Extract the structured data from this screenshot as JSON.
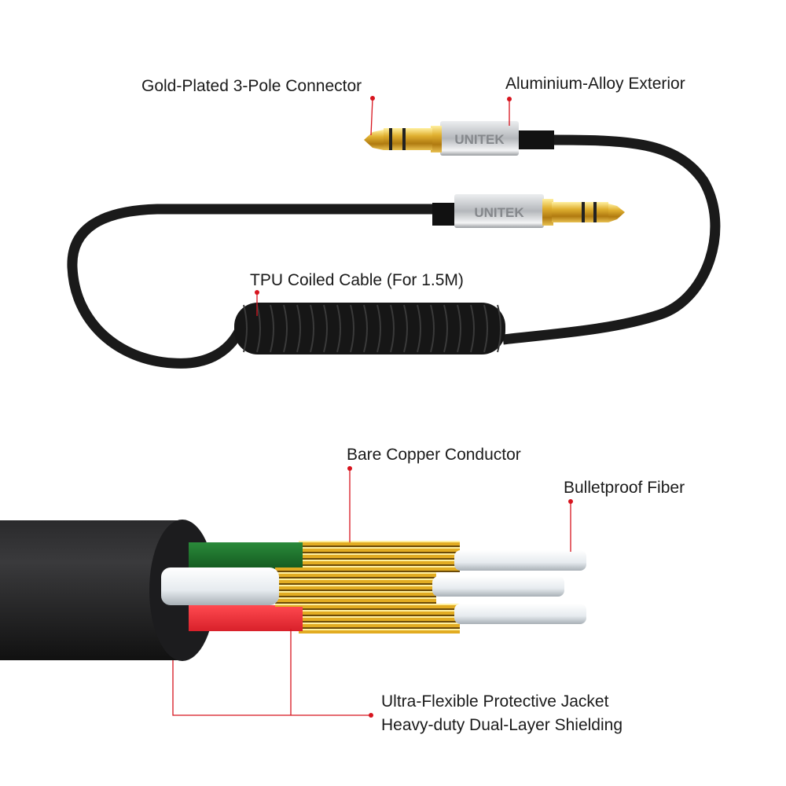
{
  "labels": {
    "connector": "Gold-Plated 3-Pole Connector",
    "exterior": "Aluminium-Alloy Exterior",
    "coiled": "TPU Coiled Cable (For 1.5M)",
    "conductor": "Bare Copper Conductor",
    "fiber": "Bulletproof Fiber",
    "jacket": "Ultra-Flexible Protective Jacket",
    "shielding": "Heavy-duty Dual-Layer Shielding"
  },
  "brand": "UNITEK",
  "colors": {
    "leader": "#d7141e",
    "gold": "#d9a522",
    "silver": "#b9bcc0",
    "cable": "#1a1a1a",
    "wire_green": "#1f7a2e",
    "wire_red": "#f0353d",
    "wire_white": "#e9eef2"
  }
}
